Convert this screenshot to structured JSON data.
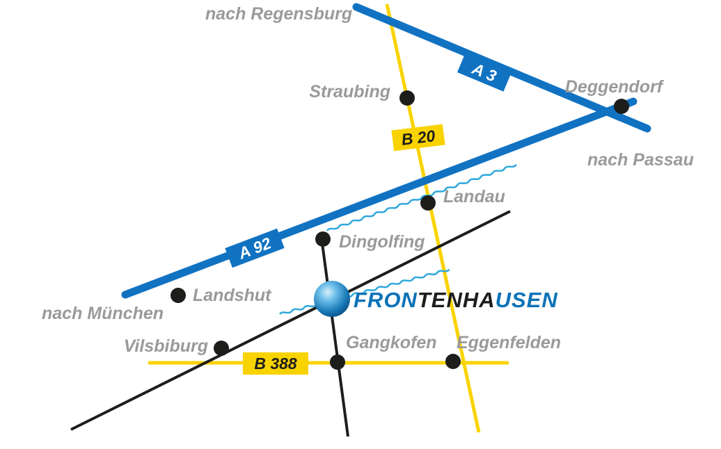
{
  "map": {
    "colors": {
      "autobahn_blue": "#1172c2",
      "bundesstrasse_yellow": "#f9d300",
      "road_black": "#1d1d1b",
      "river_blue": "#2fa8dc",
      "label_gray": "#9a9a9a",
      "highlight_blue": "#0c72b8",
      "highlight_black": "#1d1d1b"
    },
    "badges": {
      "a3": "A 3",
      "a92": "A 92",
      "b20": "B 20",
      "b388": "B 388"
    },
    "directions": {
      "regensburg": "nach Regensburg",
      "passau": "nach Passau",
      "muenchen": "nach München"
    },
    "cities": {
      "straubing": "Straubing",
      "deggendorf": "Deggendorf",
      "landau": "Landau",
      "dingolfing": "Dingolfing",
      "landshut": "Landshut",
      "vilsbiburg": "Vilsbiburg",
      "gangkofen": "Gangkofen",
      "eggenfelden": "Eggenfelden"
    },
    "highlight": {
      "full_name": "FRONTENHAUSEN",
      "part1": "FRON",
      "part2": "TENHA",
      "part3": "USEN"
    }
  }
}
